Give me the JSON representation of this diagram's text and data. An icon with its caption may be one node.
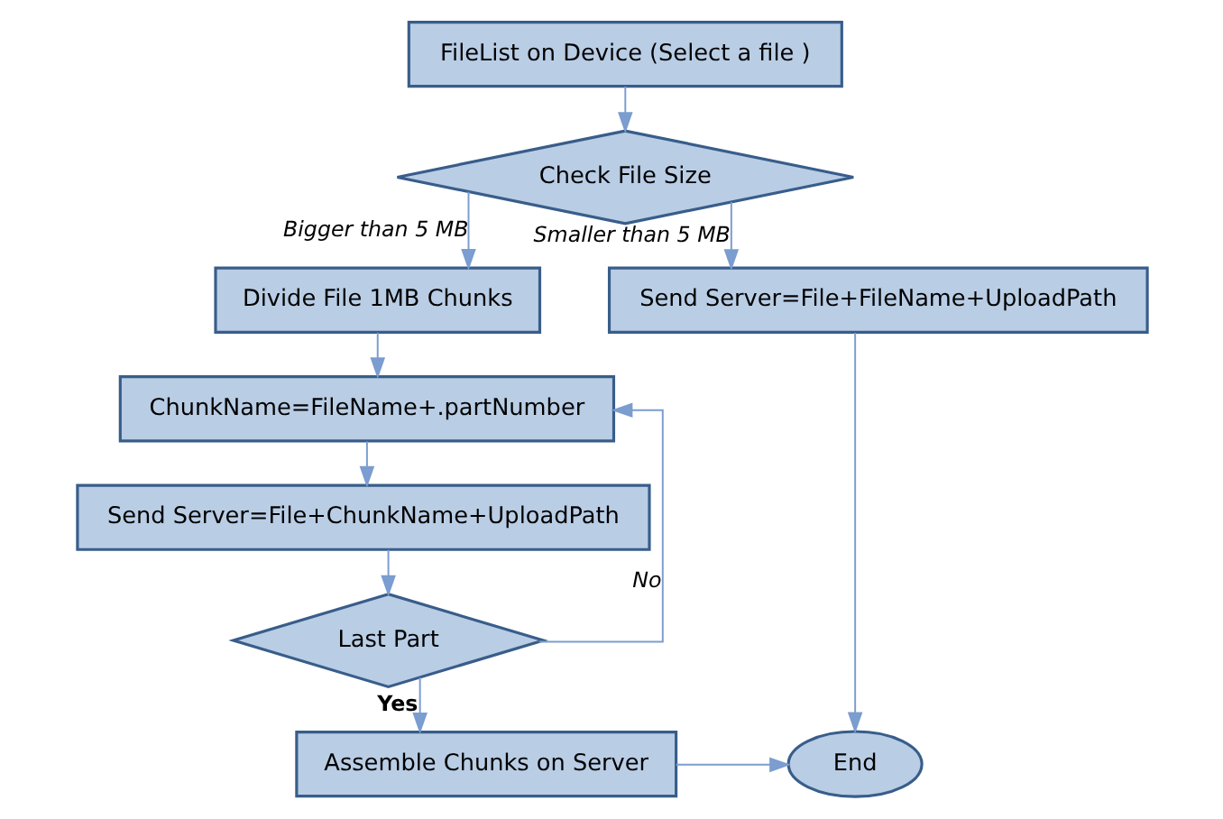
{
  "diagram": {
    "nodes": [
      {
        "text": [
          "FileList on Device (Select a file )"
        ]
      },
      {
        "text": [
          "Check File Size"
        ]
      },
      {
        "text": [
          "Divide File 1MB Chunks"
        ]
      },
      {
        "text": [
          "Send Server=File+FileName+UploadPath"
        ]
      },
      {
        "text": [
          "ChunkName=FileName+.partNumber"
        ]
      },
      {
        "text": [
          "Send Server=File+ChunkName+UploadPath"
        ]
      },
      {
        "text": [
          "Last Part"
        ]
      },
      {
        "text": [
          "Assemble Chunks on Server"
        ]
      },
      {
        "text": [
          "End"
        ]
      }
    ],
    "edges": [
      {
        "from": 0,
        "to": 1,
        "arrow": "to"
      },
      {
        "from": 1,
        "to": 2,
        "arrow": "to",
        "label": "Bigger than 5 MB"
      },
      {
        "from": 1,
        "to": 3,
        "arrow": "to",
        "label": "Smaller than 5 MB"
      },
      {
        "from": 2,
        "to": 4,
        "arrow": "to"
      },
      {
        "from": 4,
        "to": 5,
        "arrow": "to"
      },
      {
        "from": 5,
        "to": 6,
        "arrow": "to"
      },
      {
        "from": 6,
        "to": 4,
        "arrow": "to",
        "label": "No"
      },
      {
        "from": 6,
        "to": 7,
        "arrow": "to",
        "label": "Yes"
      },
      {
        "from": 7,
        "to": 8,
        "arrow": "to"
      },
      {
        "from": 3,
        "to": 8,
        "arrow": "to"
      }
    ]
  }
}
